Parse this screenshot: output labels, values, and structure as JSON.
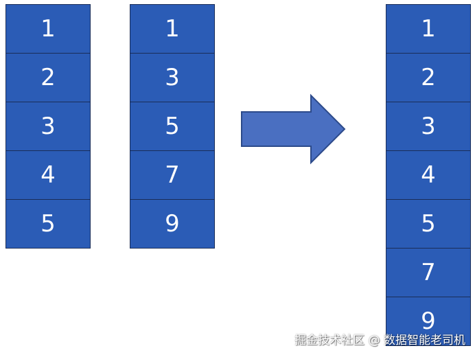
{
  "left_columns": [
    {
      "cells": [
        "1",
        "2",
        "3",
        "4",
        "5"
      ]
    },
    {
      "cells": [
        "1",
        "3",
        "5",
        "7",
        "9"
      ]
    }
  ],
  "merged_column": {
    "cells": [
      "1",
      "2",
      "3",
      "4",
      "5",
      "7",
      "9"
    ]
  },
  "watermark": "掘金技术社区 @ 数据智能老司机",
  "colors": {
    "cell_fill": "#2b5cb6",
    "cell_border": "#1a2d57",
    "arrow_fill": "#4a6fc1",
    "arrow_border": "#2c4a8a",
    "text": "#ffffff"
  }
}
